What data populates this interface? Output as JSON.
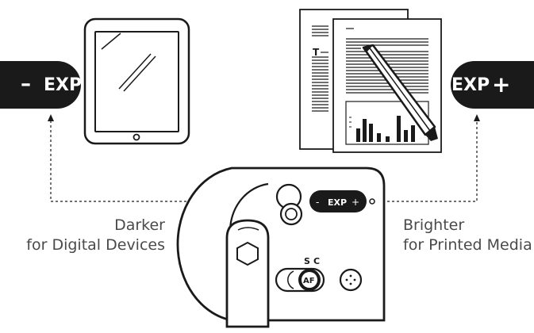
{
  "left_control": {
    "sign": "–",
    "label": "EXP"
  },
  "right_control": {
    "sign": "+",
    "label": "EXP"
  },
  "left_caption": {
    "line1": "Darker",
    "line2": "for Digital Devices"
  },
  "right_caption": {
    "line1": "Brighter",
    "line2": "for Printed Media"
  },
  "device_dial": {
    "minus": "-",
    "label": "EXP",
    "plus": "+"
  },
  "focus_switch": {
    "s_label": "S",
    "c_label": "C",
    "af_label": "AF"
  },
  "doc_heading_letter": "T",
  "icons": {
    "tablet": "tablet-icon",
    "document": "printed-document-icon",
    "pencil": "pencil-icon",
    "camera": "camera-device-icon"
  },
  "colors": {
    "ink": "#1a1a1a",
    "caption": "#4a4a4a",
    "background": "#ffffff"
  }
}
